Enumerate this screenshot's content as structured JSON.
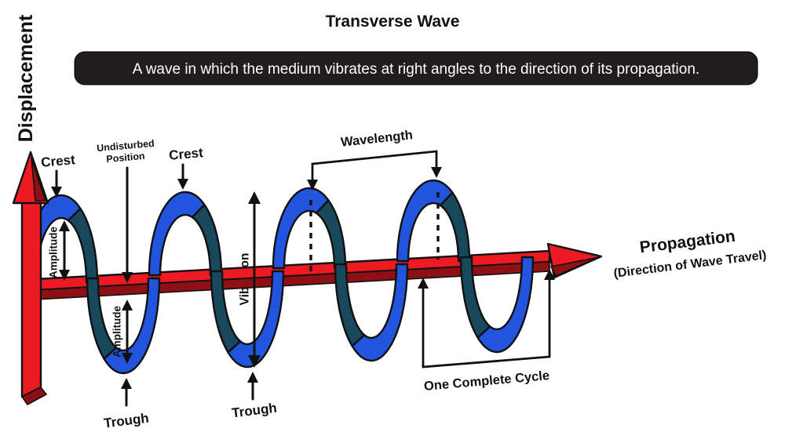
{
  "title": "Transverse Wave",
  "definition": "A wave in which the medium vibrates at right angles to the direction of its propagation.",
  "axes": {
    "y_axis_label": "Displacement",
    "x_axis_label": "Propagation",
    "x_axis_sublabel": "(Direction of Wave Travel)"
  },
  "labels": {
    "crest_1": "Crest",
    "crest_2": "Crest",
    "undisturbed_position_line1": "Undisturbed",
    "undisturbed_position_line2": "Position",
    "wavelength": "Wavelength",
    "amplitude_above": "Amplitude",
    "amplitude_below": "Amplitude",
    "vibration": "Vibration",
    "trough_1": "Trough",
    "trough_2": "Trough",
    "one_complete_cycle": "One Complete Cycle"
  },
  "colors": {
    "background": "#FFFFFF",
    "wave_front": "#2254DE",
    "wave_back": "#17485C",
    "axis_red": "#EC1B23",
    "axis_red_dark": "#8E1015",
    "outline": "#111111",
    "banner_bg": "#201D1C",
    "banner_text": "#FFFFFF",
    "text": "#111111"
  }
}
